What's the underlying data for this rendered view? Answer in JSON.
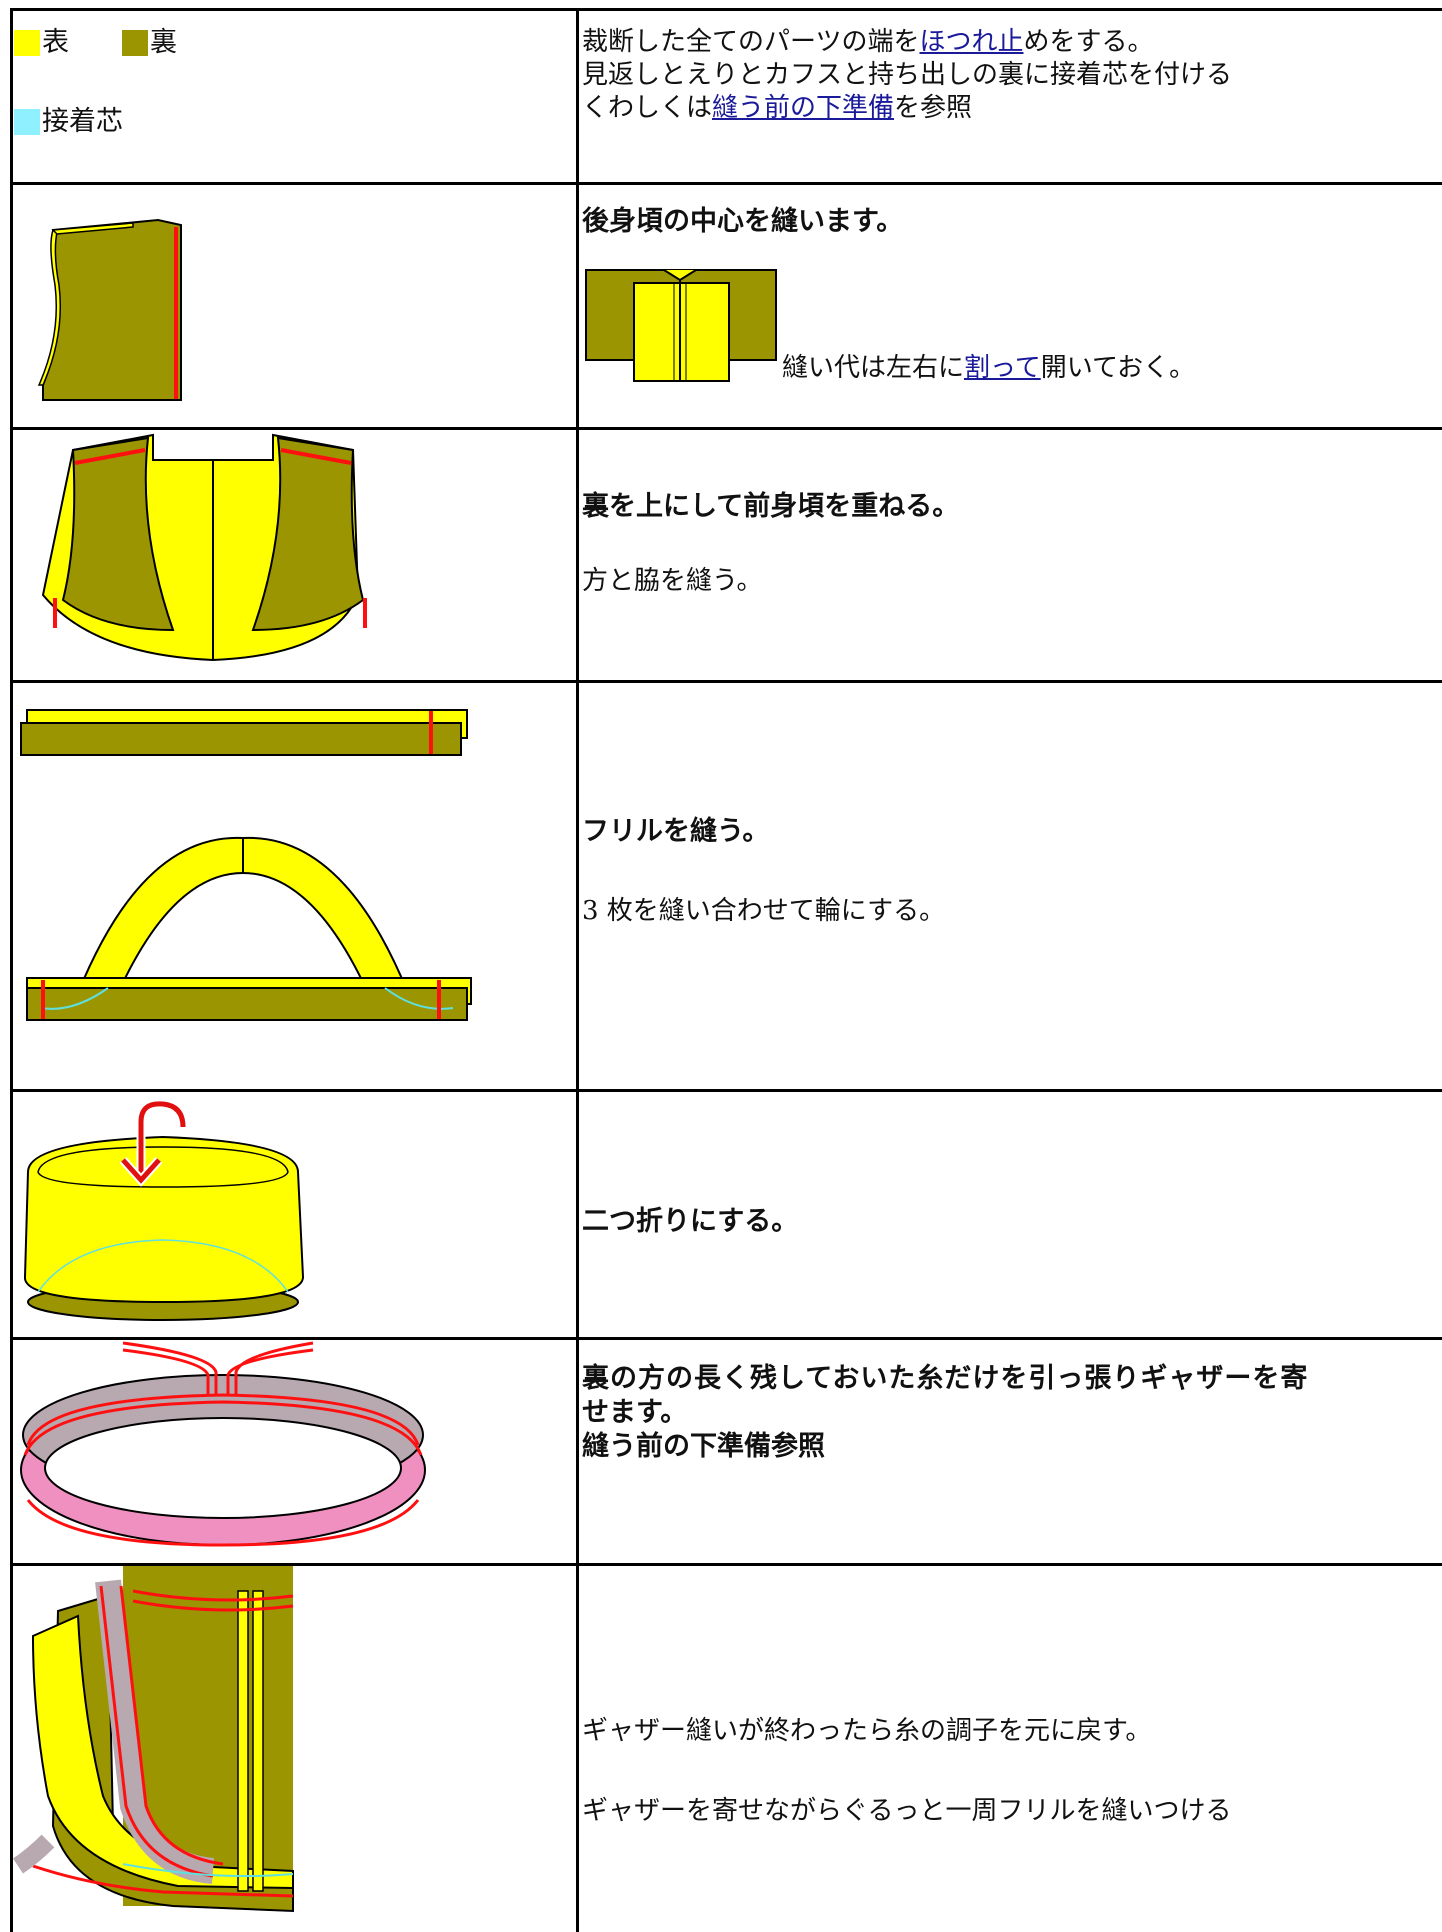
{
  "legend": {
    "front": {
      "label": "表",
      "color": "#ffff00"
    },
    "back": {
      "label": "裏",
      "color": "#9a9500"
    },
    "interfacing": {
      "label": "接着芯",
      "color": "#8ff0ff"
    }
  },
  "steps": [
    {
      "intro": {
        "line1_pre": "裁断した全てのパーツの端を",
        "line1_link": "ほつれ止",
        "line1_post": "めをする。",
        "line2": "見返しとえりとカフスと持ち出しの裏に接着芯を付ける",
        "line3_pre": "くわしくは",
        "line3_link": "縫う前の下準備",
        "line3_post": "を参照"
      }
    },
    {
      "title": "後身頃の中心を縫います。",
      "note_pre": "縫い代は左右に",
      "note_link": "割って",
      "note_post": "開いておく。"
    },
    {
      "title": "裏を上にして前身頃を重ねる。",
      "note": "方と脇を縫う。"
    },
    {
      "title": "フリルを縫う。",
      "note": "3 枚を縫い合わせて輪にする。"
    },
    {
      "title": "二つ折りにする。"
    },
    {
      "title_line1": "裏の方の長く残しておいた糸だけを引っ張りギャザーを寄",
      "title_line2": "せます。",
      "title_line3": "縫う前の下準備参照"
    },
    {
      "note1": "ギャザー縫いが終わったら糸の調子を元に戻す。",
      "note2": "ギャザーを寄せながらぐるっと一周フリルを縫いつける"
    }
  ],
  "colors": {
    "yellow": "#ffff00",
    "olive": "#9a9500",
    "red": "#ff1010",
    "cyan": "#5fe0e0",
    "pink": "#f090c0",
    "gray": "#b8a8b0",
    "link": "#1a1a9a"
  }
}
